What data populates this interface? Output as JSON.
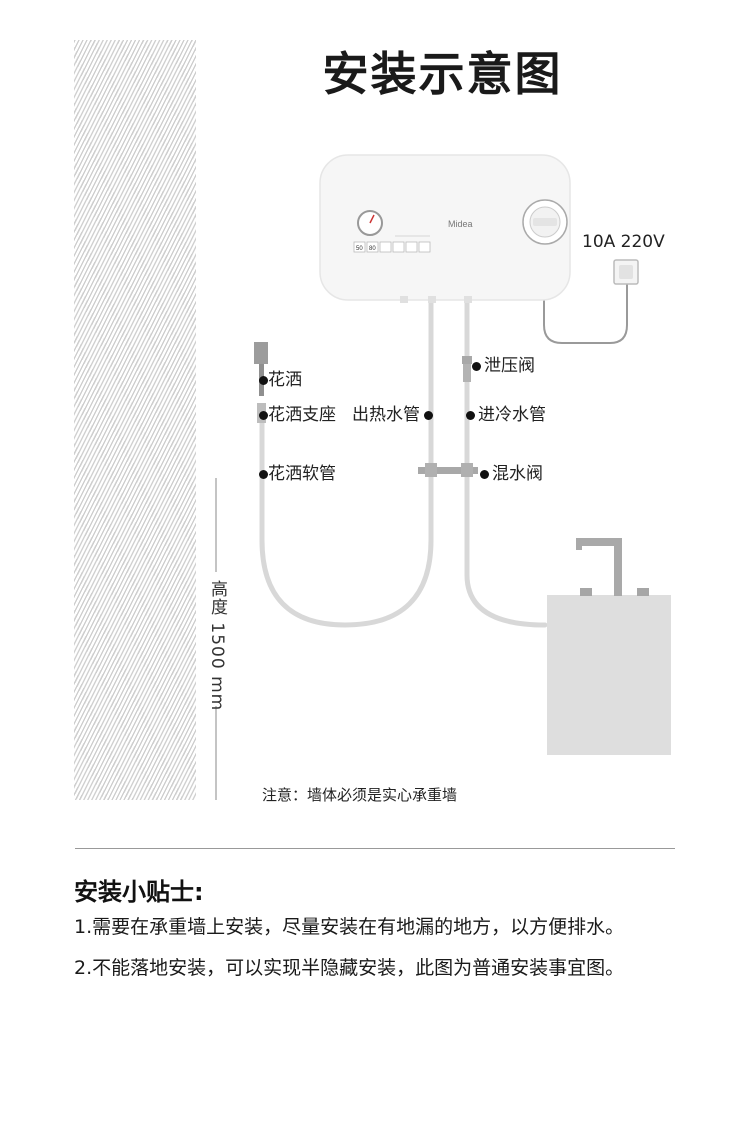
{
  "title": "安装示意图",
  "brand": "Midea",
  "display_readouts": [
    "50",
    "80"
  ],
  "power_label": "10A 220V",
  "labels": {
    "shower_head": "花洒",
    "shower_bracket": "花洒支座",
    "shower_hose": "花洒软管",
    "hot_water_outlet": "出热水管",
    "pressure_relief_valve": "泄压阀",
    "cold_water_inlet": "进冷水管",
    "mixing_valve": "混水阀"
  },
  "height_label": "高度 1500 mm",
  "note": "注意：墙体必须是实心承重墙",
  "tips": {
    "title": "安装小贴士:",
    "items": [
      "1.需要在承重墙上安装，尽量安装在有地漏的地方，以方便排水。",
      "2.不能落地安装，可以实现半隐藏安装，此图为普通安装事宜图。"
    ]
  },
  "colors": {
    "pipe": "#d8d8d8",
    "fitting": "#999999",
    "heater_body": "#f6f6f6",
    "sink": "#dedede",
    "wall_hatch": "#cfcfcf"
  },
  "icons": [
    "water-heater-icon",
    "power-socket-icon",
    "shower-head-icon",
    "faucet-icon",
    "sink-cabinet-icon"
  ]
}
